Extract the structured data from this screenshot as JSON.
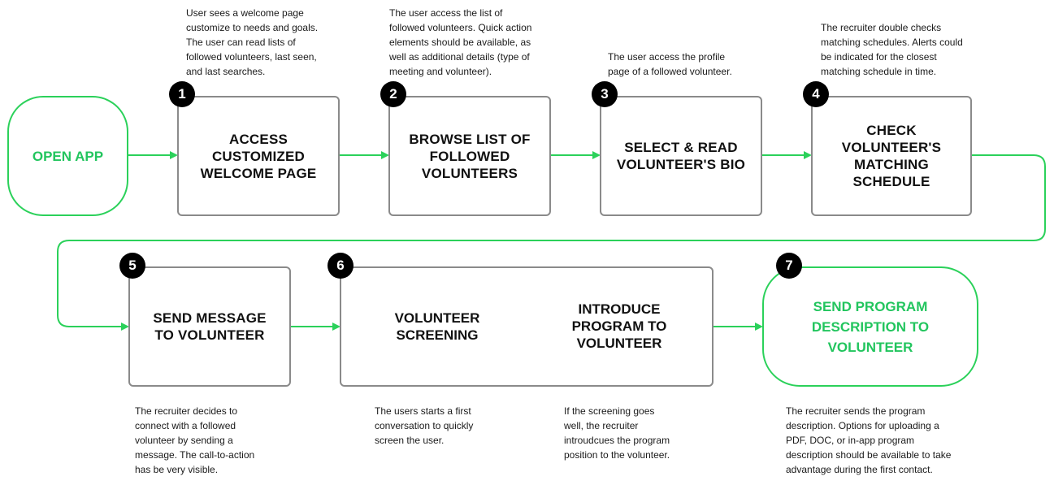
{
  "colors": {
    "accent": "#2bd15a",
    "box_border": "#8a8a8a",
    "badge": "#000000"
  },
  "start": {
    "label": "OPEN APP"
  },
  "steps": [
    {
      "number": "1",
      "label": "ACCESS\nCUSTOMIZED\nWELCOME PAGE",
      "note": "User sees a welcome page\ncustomize to needs and goals.\nThe user can read lists of\nfollowed volunteers, last seen,\nand last searches."
    },
    {
      "number": "2",
      "label": "BROWSE LIST OF\nFOLLOWED\nVOLUNTEERS",
      "note": "The user access the list of\nfollowed volunteers. Quick action\nelements should be available, as\nwell as additional details (type of\nmeeting and volunteer)."
    },
    {
      "number": "3",
      "label": "SELECT & READ\nVOLUNTEER'S BIO",
      "note": "The user access the profile\npage of a followed volunteer."
    },
    {
      "number": "4",
      "label": "CHECK\nVOLUNTEER'S\nMATCHING\nSCHEDULE",
      "note": "The recruiter double checks\nmatching schedules. Alerts could\nbe indicated for the closest\nmatching schedule in time."
    },
    {
      "number": "5",
      "label": "SEND MESSAGE\nTO VOLUNTEER",
      "note": "The recruiter decides to\nconnect with a followed\nvolunteer by sending a\nmessage. The call-to-action\nhas be very visible."
    },
    {
      "number": "6",
      "label_a": "VOLUNTEER\nSCREENING",
      "label_b": "INTRODUCE\nPROGRAM TO\nVOLUNTEER",
      "note_a": "The users starts a first\nconversation to quickly\nscreen the user.",
      "note_b": "If the screening goes\nwell, the recruiter\nintroudcues the program\nposition to the volunteer."
    },
    {
      "number": "7",
      "label": "SEND PROGRAM\nDESCRIPTION TO\nVOLUNTEER",
      "note": "The recruiter sends the program\ndescription. Options for uploading a\nPDF, DOC, or in-app program\ndescription should be available to take\nadvantage during the first contact."
    }
  ]
}
